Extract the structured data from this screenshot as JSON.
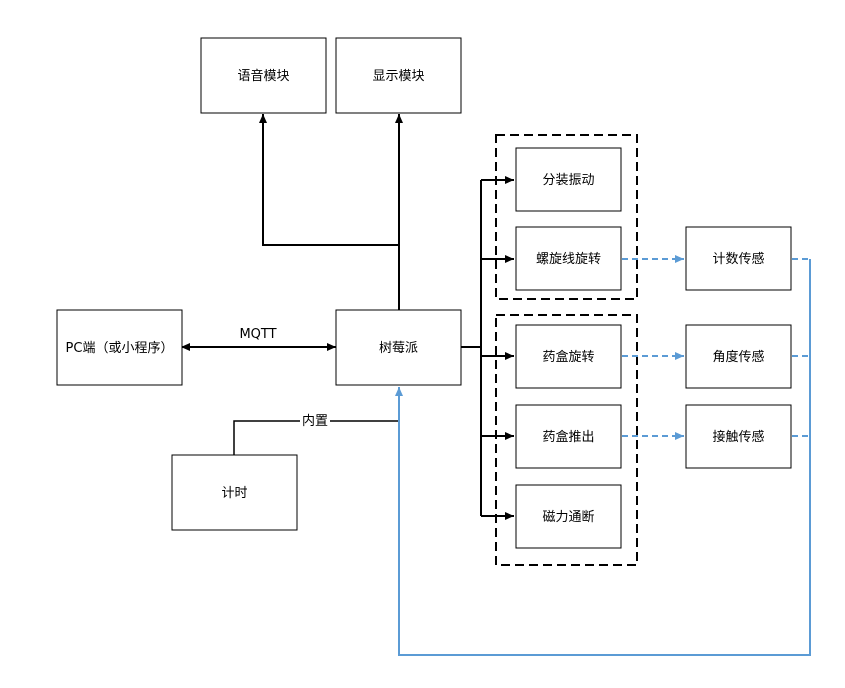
{
  "nodes": {
    "voice": "语音模块",
    "display": "显示模块",
    "pc": "PC端（或小程序）",
    "pi": "树莓派",
    "timer": "计时",
    "vibrate": "分装振动",
    "spiral": "螺旋线旋转",
    "box_rotate": "药盒旋转",
    "box_push": "药盒推出",
    "magnet": "磁力通断",
    "count_sensor": "计数传感",
    "angle_sensor": "角度传感",
    "contact_sensor": "接触传感"
  },
  "edges": {
    "mqtt": "MQTT",
    "builtin": "内置"
  },
  "colors": {
    "line": "#000000",
    "feedback": "#5b9bd5"
  }
}
